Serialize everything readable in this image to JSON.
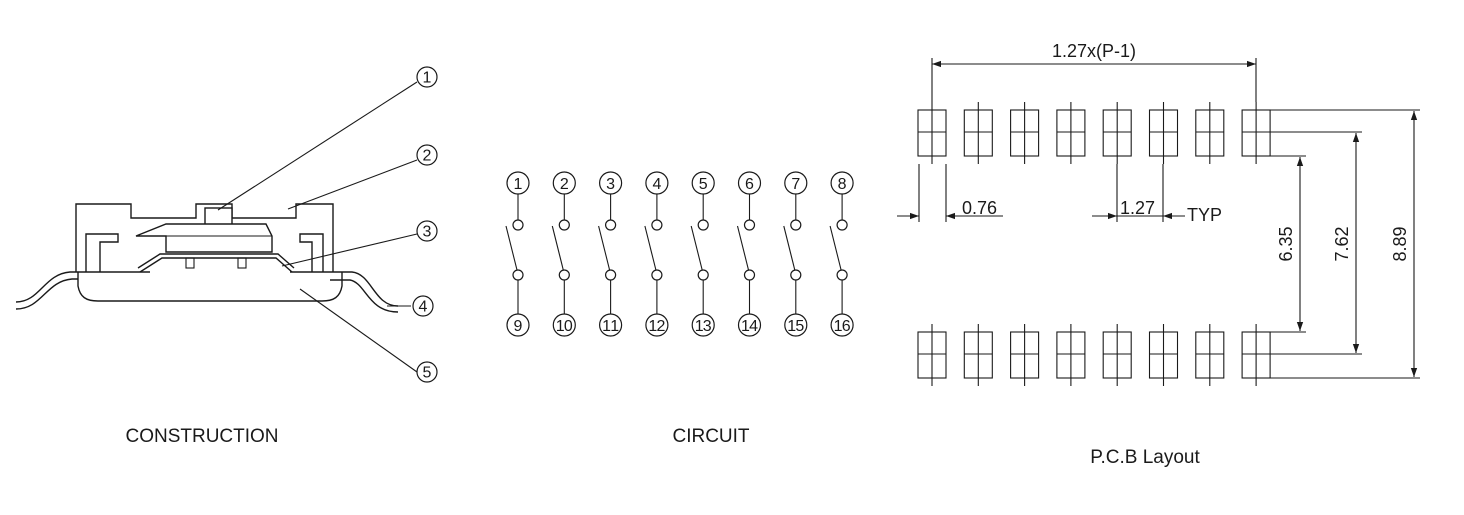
{
  "captions": {
    "construction": "CONSTRUCTION",
    "circuit": "CIRCUIT",
    "pcb": "P.C.B Layout"
  },
  "construction": {
    "callouts": [
      "1",
      "2",
      "3",
      "4",
      "5"
    ]
  },
  "circuit": {
    "top_pins": [
      "1",
      "2",
      "3",
      "4",
      "5",
      "6",
      "7",
      "8"
    ],
    "bottom_pins": [
      "9",
      "10",
      "11",
      "12",
      "13",
      "14",
      "15",
      "16"
    ]
  },
  "pcb": {
    "dim_span": "1.27x(P-1)",
    "dim_pad_width": "0.76",
    "dim_pitch": "1.27",
    "dim_pitch_note": "TYP",
    "dim_inner": "6.35",
    "dim_center": "7.62",
    "dim_outer": "8.89"
  }
}
